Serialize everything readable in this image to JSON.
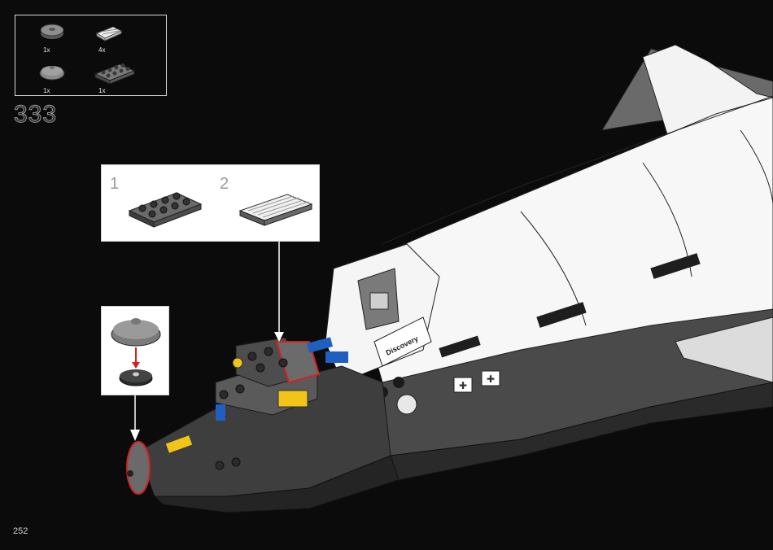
{
  "step": {
    "number": "333"
  },
  "page": {
    "number": "252"
  },
  "parts_list": [
    {
      "qty": "1x",
      "icon": "round-plate-2x2-icon"
    },
    {
      "qty": "4x",
      "icon": "tile-grille-icon"
    },
    {
      "qty": "1x",
      "icon": "dish-2x2-icon"
    },
    {
      "qty": "1x",
      "icon": "plate-2x4-icon"
    }
  ],
  "subassembly": {
    "step1": "1",
    "step2": "2"
  },
  "model": {
    "label": "Discovery"
  },
  "colors": {
    "background": "#0b0b0b",
    "highlight": "#d62020",
    "dark_gray": "#3d3d3d",
    "white": "#ffffff",
    "yellow": "#f2c418",
    "blue": "#1f5fc0"
  }
}
